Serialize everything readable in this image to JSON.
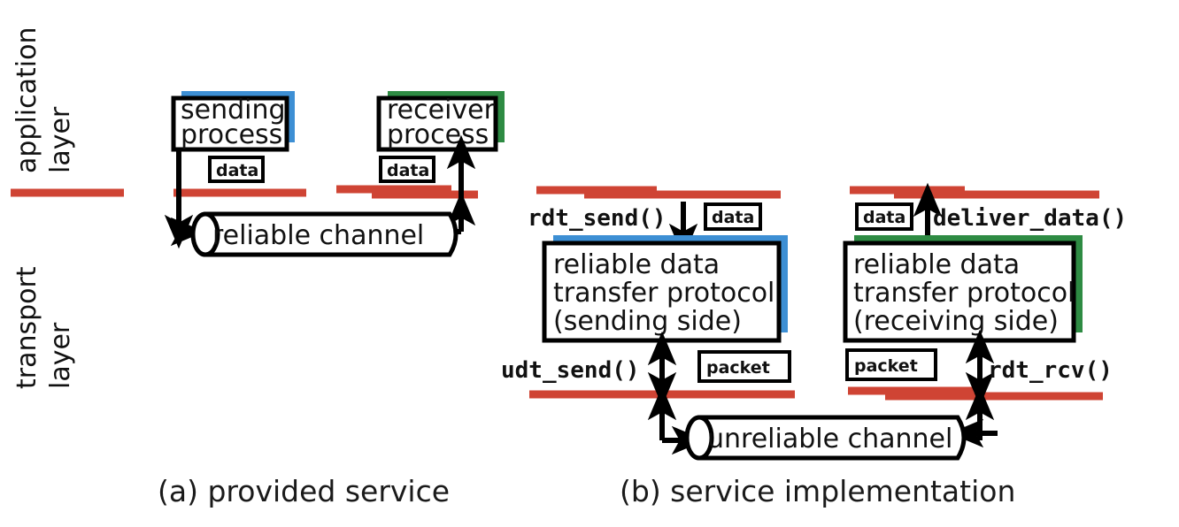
{
  "figure": {
    "title": "Reliable data transfer: provided service vs. service implementation",
    "background": "#ffffff"
  },
  "colors": {
    "red_layer_line": "#cf4434",
    "blue_shadow": "#3d8fd4",
    "green_shadow": "#2e8b43",
    "stroke": "#000000",
    "box_fill": "#ffffff"
  },
  "side_labels": {
    "application": "application",
    "application_layer": "layer",
    "transport": "transport",
    "transport_layer": "layer"
  },
  "panel_a": {
    "caption": "(a)  provided service",
    "sending_process": {
      "line1": "sending",
      "line2": "process",
      "accent": "#3d8fd4"
    },
    "receiver_process": {
      "line1": "receiver",
      "line2": "process",
      "accent": "#2e8b43"
    },
    "data_tag_left": "data",
    "data_tag_right": "data",
    "channel": "reliable channel"
  },
  "panel_b": {
    "caption": "(b) service implementation",
    "sender": {
      "api_top": "rdt_send()",
      "data_tag": "data",
      "box_line1": "reliable data",
      "box_line2": "transfer protocol",
      "box_line3": "(sending side)",
      "accent": "#3d8fd4",
      "api_bottom": "udt_send()",
      "packet_tag": "packet"
    },
    "receiver": {
      "api_top": "deliver_data()",
      "data_tag": "data",
      "box_line1": "reliable data",
      "box_line2": "transfer protocol",
      "box_line3": "(receiving side)",
      "accent": "#2e8b43",
      "api_bottom": "rdt_rcv()",
      "packet_tag": "packet"
    },
    "channel": "unreliable channel"
  }
}
